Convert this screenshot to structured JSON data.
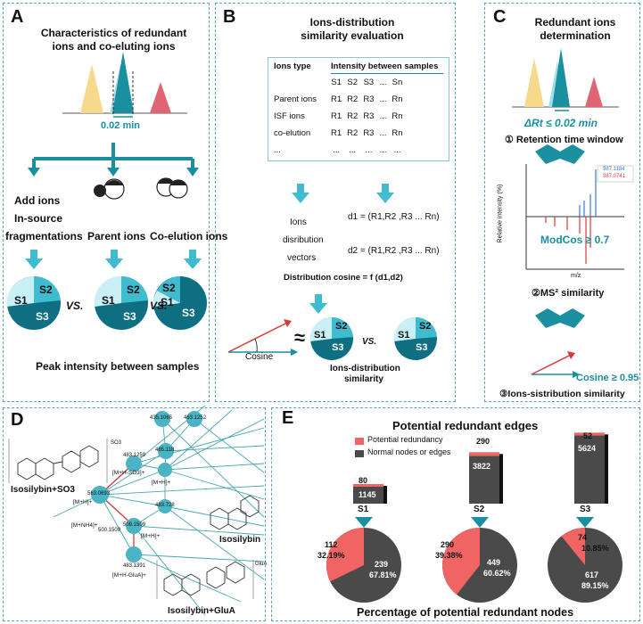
{
  "colors": {
    "teal": "#1a8fa0",
    "dark_teal": "#0e6f82",
    "light_teal": "#9fdfe8",
    "mid_teal": "#3fbcd0",
    "yellow": "#f6d98a",
    "red": "#e06472",
    "bar_dark": "#4a4a4a",
    "bar_red": "#f06464"
  },
  "panel_a": {
    "label": "A",
    "title": "Characteristics of redundant ions and co-eluting ions",
    "window": "0.02 min",
    "cat_add": [
      "Add ions",
      "In-source",
      "fragmentations"
    ],
    "cat_parent": "Parent ions",
    "cat_coelution": "Co-elution ions",
    "vs": "VS.",
    "s1": "S1",
    "s2": "S2",
    "s3": "S3",
    "footer": "Peak intensity between samples"
  },
  "panel_b": {
    "label": "B",
    "title": "Ions-distribution similarity evaluation",
    "table_header": "Ions type",
    "table_subheader": "Intensity between samples",
    "cols": [
      "S1",
      "S2",
      "S3",
      "...",
      "Sn"
    ],
    "rows": [
      {
        "name": "Parent ions",
        "cells": [
          "R1",
          "R2",
          "R3",
          "...",
          "Rn"
        ]
      },
      {
        "name": "ISF ions",
        "cells": [
          "R1",
          "R2",
          "R3",
          "...",
          "Rn"
        ]
      },
      {
        "name": "co-elution",
        "cells": [
          "R1",
          "R2",
          "R3",
          "...",
          "Rn"
        ]
      },
      {
        "name": "...",
        "cells": [
          "...",
          "...",
          "...",
          "...",
          "..."
        ]
      }
    ],
    "vectors_label": [
      "Ions",
      "disribution",
      "vectors"
    ],
    "d1": "d1 = (R1,R2 ,R3 ... Rn)",
    "d2": "d2 = (R1,R2 ,R3 ... Rn)",
    "cosine_formula": "Distribution cosine = f (d1,d2)",
    "cosine": "Cosine",
    "approx": "≈",
    "vs": "VS.",
    "result": [
      "Ions-distribution",
      "similarity"
    ]
  },
  "panel_c": {
    "label": "C",
    "title": "Redundant ions determination",
    "delta": "ΔRt ≤ 0.02 min",
    "step1": "① Retention time window",
    "spectrum_ylabel": "Relative intensity (%)",
    "spectrum_xlabel": "m/z",
    "legend": [
      "387.1184",
      "387.0741"
    ],
    "modcos": "ModCos ≥ 0.7",
    "step2": "②MS² similarity",
    "cosine": "Cosine ≥ 0.95",
    "step3": "③Ions-sistribution similarity"
  },
  "panel_d": {
    "label": "D",
    "mol1": "Isosilybin+SO3",
    "mol2": "Isosilybin",
    "mol3": "Isosilybin+GluA",
    "so3": "SO3",
    "glua": "GluA",
    "nodes": [
      "435.1065",
      "463.1252",
      "483.1259",
      "465.118",
      "563.0693",
      "[M+H-SO3]+",
      "[M+H]+",
      "[M+H]+",
      "483.728",
      "[M+NH4]+",
      "500.1509",
      "509.1509",
      "[M+H]+",
      "483.1391",
      "[M+H-GluA]+"
    ]
  },
  "panel_e": {
    "label": "E",
    "title": "Potential redundant edges",
    "legend_red": "Potential redundancy",
    "legend_dark": "Normal nodes or edges",
    "bars": [
      {
        "sample": "S1",
        "red": 80,
        "dark": 1145
      },
      {
        "sample": "S2",
        "red": 290,
        "dark": 3822
      },
      {
        "sample": "S3",
        "red": 52,
        "dark": 5624
      }
    ],
    "pies": [
      {
        "red": 112,
        "red_pct": "32.19%",
        "dark": 239,
        "dark_pct": "67.81%",
        "red_frac": 0.3219
      },
      {
        "red": 290,
        "red_pct": "39.38%",
        "dark": 449,
        "dark_pct": "60.62%",
        "red_frac": 0.3938
      },
      {
        "red": 74,
        "red_pct": "10.85%",
        "dark": 617,
        "dark_pct": "89.15%",
        "red_frac": 0.1085
      }
    ],
    "footer": "Percentage of potential redundant nodes"
  }
}
